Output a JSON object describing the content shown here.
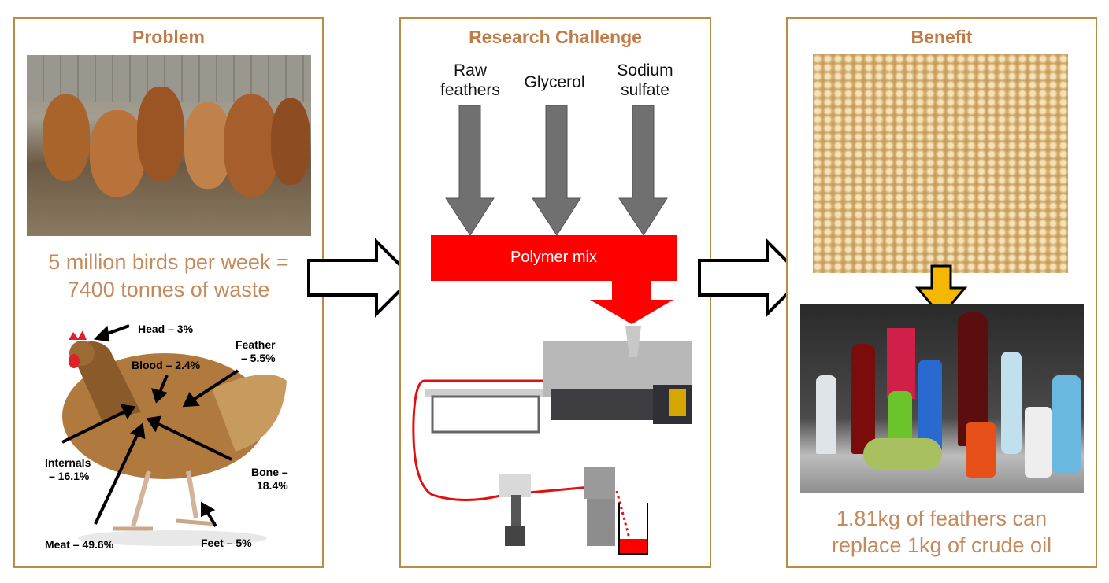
{
  "problem": {
    "title": "Problem",
    "stat_line1": "5 million birds per week =",
    "stat_line2": "7400 tonnes of waste",
    "chicken_labels": {
      "head": "Head – 3%",
      "blood": "Blood – 2.4%",
      "feather_1": "Feather",
      "feather_2": "– 5.5%",
      "internals_1": "Internals",
      "internals_2": "– 16.1%",
      "bone_1": "Bone –",
      "bone_2": "18.4%",
      "meat": "Meat – 49.6%",
      "feet": "Feet – 5%"
    }
  },
  "research": {
    "title": "Research Challenge",
    "inputs": [
      {
        "line1": "Raw",
        "line2": "feathers"
      },
      {
        "line1": "Glycerol",
        "line2": ""
      },
      {
        "line1": "Sodium",
        "line2": "sulfate"
      }
    ],
    "mix_label": "Polymer mix"
  },
  "benefit": {
    "title": "Benefit",
    "result_line1": "1.81kg of feathers can",
    "result_line2": "replace 1kg of crude oil"
  },
  "colors": {
    "border": "#b98b45",
    "title": "#c07b46",
    "body_text": "#c58a5c",
    "mix_red": "#ff0000",
    "input_arrow_gray": "#6e6e6e",
    "benefit_arrow": "#f5b800"
  }
}
